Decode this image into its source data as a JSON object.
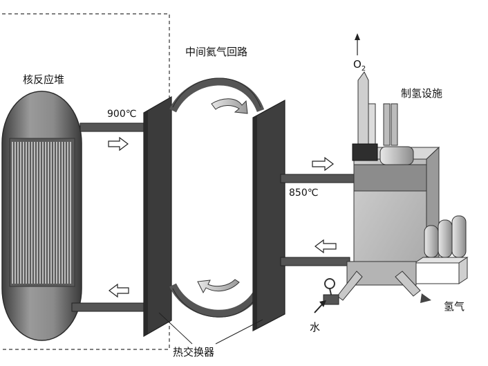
{
  "labels": {
    "reactor": "核反应堆",
    "loop": "中间氦气回路",
    "o2": "O",
    "o2_sub": "2",
    "h2_plant": "制氢设施",
    "temp_hot": "900℃",
    "temp_mid": "850℃",
    "hydrogen": "氢气",
    "water": "水",
    "hx": "热交换器"
  },
  "colors": {
    "reactor_body": "#6e6e6e",
    "panel": "#3e3e3e",
    "pipe": "#505050",
    "plant": "#bdbdbd",
    "arrow_fill": "#ffffff"
  }
}
